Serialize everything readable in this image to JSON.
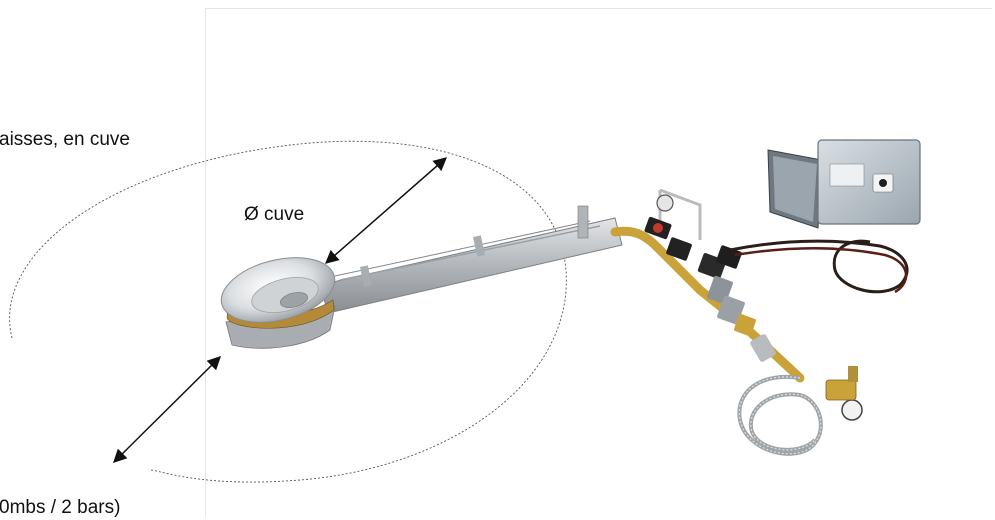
{
  "labels": {
    "caption_top": "aisses, en cuve",
    "diameter": "Ø cuve",
    "caption_bottom": "0mbs / 2 bars)"
  },
  "colors": {
    "background": "#ffffff",
    "text": "#111111",
    "arrow": "#111111",
    "dotted_outline": "#555555",
    "metal": "#b9bcbf",
    "brass": "#c9a23a",
    "control_box": "#b8c1c8",
    "valve_black": "#222222"
  },
  "icons": [
    "double-arrow-icon",
    "dotted-ellipse-outline"
  ]
}
